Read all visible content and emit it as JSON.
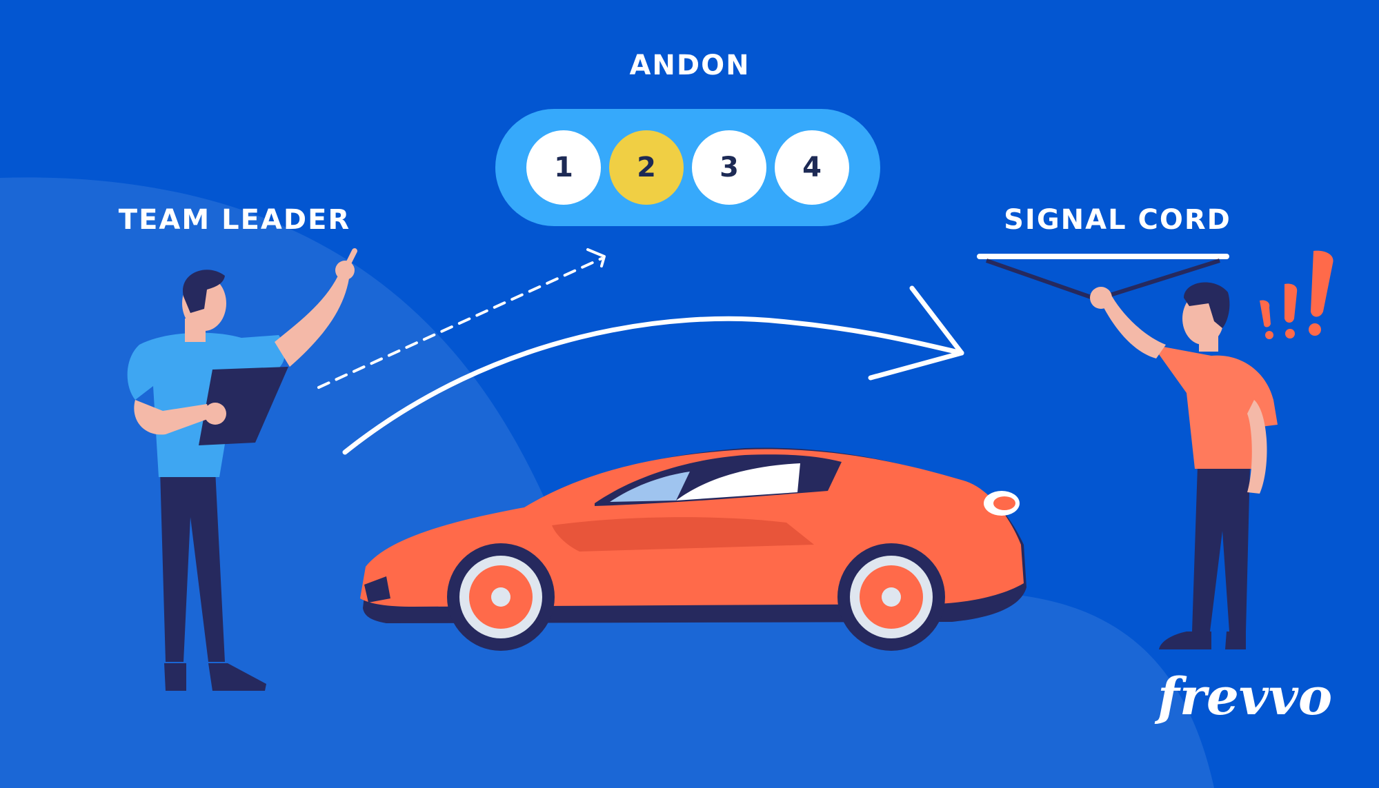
{
  "andon": {
    "title": "ANDON",
    "lights": [
      {
        "label": "1",
        "color": "#ffffff"
      },
      {
        "label": "2",
        "color": "#f0cf44"
      },
      {
        "label": "3",
        "color": "#ffffff"
      },
      {
        "label": "4",
        "color": "#ffffff"
      }
    ]
  },
  "roles": {
    "team_leader": "TEAM LEADER",
    "signal_cord": "SIGNAL CORD"
  },
  "brand": {
    "logo": "frevvo"
  },
  "colors": {
    "background": "#0356d1",
    "background_light": "#1b67d6",
    "andon_panel": "#36a9fb",
    "car_body": "#ff6a4a",
    "worker_shirt": "#ff7a5c",
    "leader_shirt": "#3ea6f2",
    "pants": "#26295e"
  },
  "icons": [
    "exclamation-icon",
    "dashed-arrow-icon",
    "curved-arrow-icon"
  ]
}
